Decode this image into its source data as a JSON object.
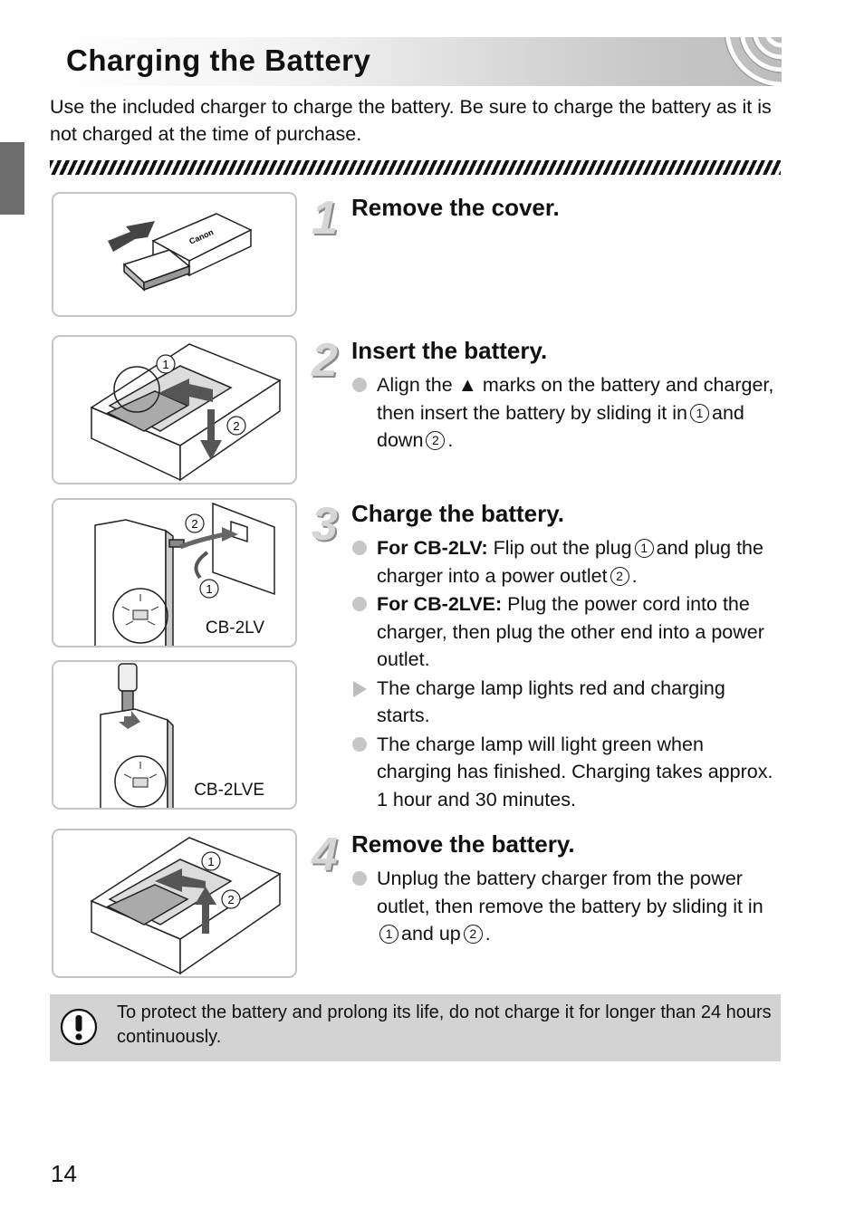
{
  "title": "Charging the Battery",
  "intro": "Use the included charger to charge the battery. Be sure to charge the battery as it is not charged at the time of purchase.",
  "steps": [
    {
      "number": "1",
      "heading": "Remove the cover."
    },
    {
      "number": "2",
      "heading": "Insert the battery.",
      "b1_a": "Align the ▲ marks on the battery and charger, then insert the battery by sliding it in",
      "b1_b": "and down",
      "b1_c": "."
    },
    {
      "number": "3",
      "heading": "Charge the battery.",
      "b1_bold": "For CB-2LV:",
      "b1_a": " Flip out the plug",
      "b1_b": "and plug the charger into a power outlet",
      "b1_c": ".",
      "b2_bold": "For CB-2LVE:",
      "b2_a": " Plug the power cord into the charger, then plug the other end into a power outlet.",
      "b3": "The charge lamp lights red and charging starts.",
      "b4": "The charge lamp will light green when charging has finished. Charging takes approx. 1 hour and 30 minutes."
    },
    {
      "number": "4",
      "heading": "Remove the battery.",
      "b1_a": "Unplug the battery charger from the power outlet, then remove the battery by sliding it in",
      "b1_b": "and up",
      "b1_c": "."
    }
  ],
  "circled": {
    "one": "1",
    "two": "2"
  },
  "figure_labels": {
    "cb2lv": "CB-2LV",
    "cb2lve": "CB-2LVE"
  },
  "illustration_text": {
    "brand": "Canon"
  },
  "note": "To protect the battery and prolong its life, do not charge it for longer than 24 hours continuously.",
  "page_number": "14",
  "icons": {
    "caution": "exclamation-circle-icon"
  }
}
